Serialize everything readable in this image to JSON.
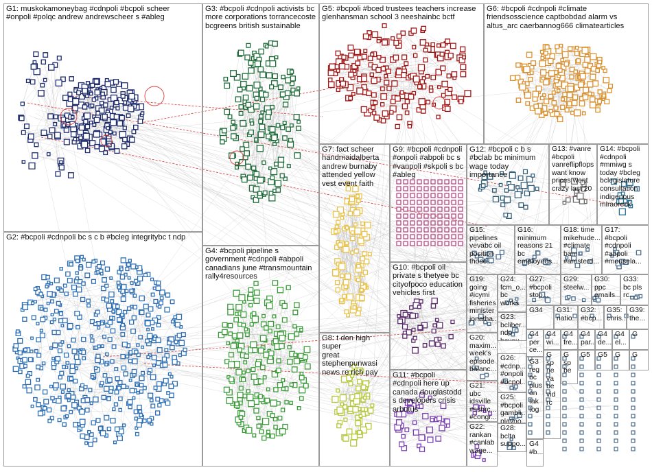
{
  "palette": {
    "edge": "#b8b8b8",
    "edge_red": "#d83a3a",
    "G1": "#1c2a6b",
    "G2": "#2f6fb3",
    "G3": "#1f6b3a",
    "G4": "#3c9b3a",
    "G5": "#a01515",
    "G6": "#d9902f",
    "G7": "#e8c24a",
    "G8": "#b6c83a",
    "G9": "#b83a7c",
    "G10": "#5a2a6b",
    "G11": "#7a3fb0",
    "G12": "#35607a",
    "G13": "#6a6a6a",
    "G14": "#2a6f95",
    "misc": "#4a6b8a"
  },
  "groups": [
    {
      "id": "G1",
      "label": "G1: muskokamoneybag #cdnpoli #bcpoli scheer\n#onpoli #polqc andrew andrewscheer s #ableg"
    },
    {
      "id": "G2",
      "label": "G2: #bcpoli #cdnpoli bc s c b #bcleg integritybc t ndp"
    },
    {
      "id": "G3",
      "label": "G3: #bcpoli #cdnpoli activists bc\nmore corporations torrancecoste\nbcgreens british sustainable"
    },
    {
      "id": "G4",
      "label": "G4: #bcpoli pipeline s\ngovernment #cdnpoli #abpoli\ncanadians june #transmountain\nrally4resources"
    },
    {
      "id": "G5",
      "label": "G5: #bcpoli #bced trustees teachers increase\nglenhansman school 3 neeshainbc bctf"
    },
    {
      "id": "G6",
      "label": "G6: #bcpoli #cdnpoli #climate\nfriendsosscience captbobdad alarm vs\naltus_arc caerbannog666 climatearticles"
    },
    {
      "id": "G7",
      "label": "G7: fact scheer\nhandmaidalberta\nandrew burnaby\nattended yellow\nvest event faith"
    },
    {
      "id": "G8",
      "label": "G8: t don high super\ngreat\nstephenpunwasi\nnews re rich pay"
    },
    {
      "id": "G9",
      "label": "G9: #bcpoli #cdnpoli\n#onpoli #abpoli bc s\n#vanpoli #skpoli s bc\n#ableg"
    },
    {
      "id": "G10",
      "label": "G10: #bcpoli oil\nprivate s thetyee bc\ncityofpoco education\nvehicles first"
    },
    {
      "id": "G11",
      "label": "G11: #bcpoli\n#cdnpoli here up\ncanada douglastodd\ns developers crisis\narbutus"
    },
    {
      "id": "G12",
      "label": "G12: #bcpoli c b s\n#bclab bc minimum\nwage today\nimportance"
    },
    {
      "id": "G13",
      "label": "G13: #vanre\n#bcpoli\nvanreflipflops\nwant know\nprices went\ncrazy last 20"
    },
    {
      "id": "G14",
      "label": "G14: #bcpoli\n#cdnpoli\n#mmiwg s\ntoday #bcleg\nbclegislature\nconsultation\nindigenous\nmiraoreck"
    },
    {
      "id": "G15",
      "label": "G15:\npipelines\nvevabc oil\nposition\nthose..."
    },
    {
      "id": "G16",
      "label": "G16:\nminimum\nreasons 21\nbc\nemployees..."
    },
    {
      "id": "G18",
      "label": "G18: time\nmikehude...\n#climate\nbam\n#amsterd..."
    },
    {
      "id": "G17",
      "label": "G17:\n#bcpoli\n#cdnpoli\n#abpoli\n#mousela..."
    },
    {
      "id": "G19",
      "label": "G19:\ngoing\n#icymi\nfisheries\nminister\njonatha..."
    },
    {
      "id": "G24",
      "label": "G24:\nfcm_o...\nbc\nworks..."
    },
    {
      "id": "G27",
      "label": "G27:\n#bcpoli\nstop..."
    },
    {
      "id": "G29",
      "label": "G29:\nsteelw..."
    },
    {
      "id": "G30",
      "label": "G30:\nppc\nemails..."
    },
    {
      "id": "G33",
      "label": "G33:\nbc pls\nrc..."
    },
    {
      "id": "G23",
      "label": "G23:\nbcliber...\nndp\nbcyou..."
    },
    {
      "id": "G34",
      "label": "G34"
    },
    {
      "id": "G31",
      "label": "G31:\nnatio..."
    },
    {
      "id": "G32",
      "label": "G32:\n#bcp..."
    },
    {
      "id": "G35",
      "label": "G35:\nchris..."
    },
    {
      "id": "G39",
      "label": "G39:\nthe..."
    },
    {
      "id": "G20",
      "label": "G20:\nmaxim...\nweek's\nepisode\nbalanc..."
    },
    {
      "id": "G4a",
      "label": "G4\nper\nce..."
    },
    {
      "id": "G4b",
      "label": "G4\nwi..."
    },
    {
      "id": "G4c",
      "label": "G4\nfre..."
    },
    {
      "id": "G4d",
      "label": "G4\npar..."
    },
    {
      "id": "G4e",
      "label": "G4\nde..."
    },
    {
      "id": "G4f",
      "label": "G4\nel..."
    },
    {
      "id": "G26",
      "label": "G26:\n#cdnp...\n#onpoli\n#bcpol..."
    },
    {
      "id": "G21",
      "label": "G21:\nubc\nidsville\n#sshrc...\n#congr..."
    },
    {
      "id": "G25",
      "label": "G25:\n#bcpoli\ngambli...\nplayno..."
    },
    {
      "id": "G22",
      "label": "G22:\nrankan\n#canlab\nwage..."
    },
    {
      "id": "G28",
      "label": "G28:\nbclta\nsuppo..."
    },
    {
      "id": "G33b",
      "label": "G3\nreg\nbc\nplus\non\ntak\ntog"
    },
    {
      "id": "G3c",
      "label": "G\nsp\nne\nva\nbe\nvid\nrc"
    },
    {
      "id": "G4g",
      "label": "G4\n#b..."
    },
    {
      "id": "Gx1",
      "label": "G\nsp\nbe"
    },
    {
      "id": "Gx2",
      "label": "G5"
    },
    {
      "id": "Gx3",
      "label": "G5"
    },
    {
      "id": "Gx4",
      "label": "G"
    },
    {
      "id": "Gx5",
      "label": "G"
    },
    {
      "id": "Gx6",
      "label": "G"
    }
  ]
}
